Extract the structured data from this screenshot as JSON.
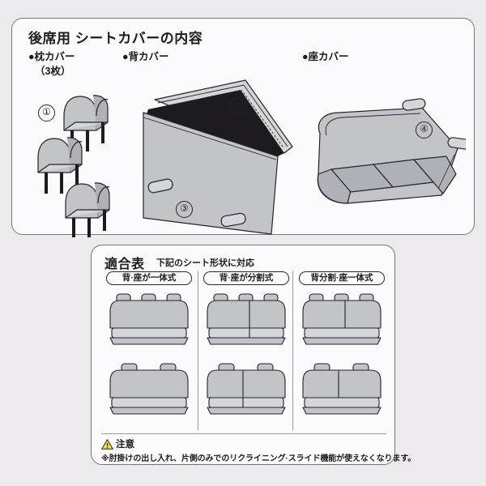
{
  "contents": {
    "title": "後席用 シートカバーの内容",
    "items": [
      {
        "label": "●枕カバー",
        "sub": "（3枚）",
        "callout": "①"
      },
      {
        "label": "●背カバー",
        "callout": "②"
      },
      {
        "label": "●座カバー",
        "callout": "④"
      }
    ],
    "callouts": {
      "pillow": "①",
      "back_top": "②",
      "back_body": "③",
      "seat": "④"
    }
  },
  "fitment": {
    "title": "適合表",
    "subtitle": "下記のシート形状に対応",
    "columns": [
      {
        "header": "背·座が一体式"
      },
      {
        "header": "背·座が分割式"
      },
      {
        "header": "背分割·座一体式"
      }
    ],
    "caution": {
      "icon": "warning-triangle-icon",
      "heading": "注意",
      "text": "※肘掛けの出し入れ、片側のみでのリクライニング·スライド機能が使えなくなります。"
    }
  },
  "colors": {
    "page_background": "#eceaef",
    "panel_background": "#fbfbfd",
    "panel_border": "#76737c",
    "ink": "#1d1b20",
    "fabric_fill": "#c3c4c8",
    "fabric_shade": "#b0b1b6",
    "fabric_light": "#d5d6da",
    "caution_yellow": "#f5e03c"
  }
}
